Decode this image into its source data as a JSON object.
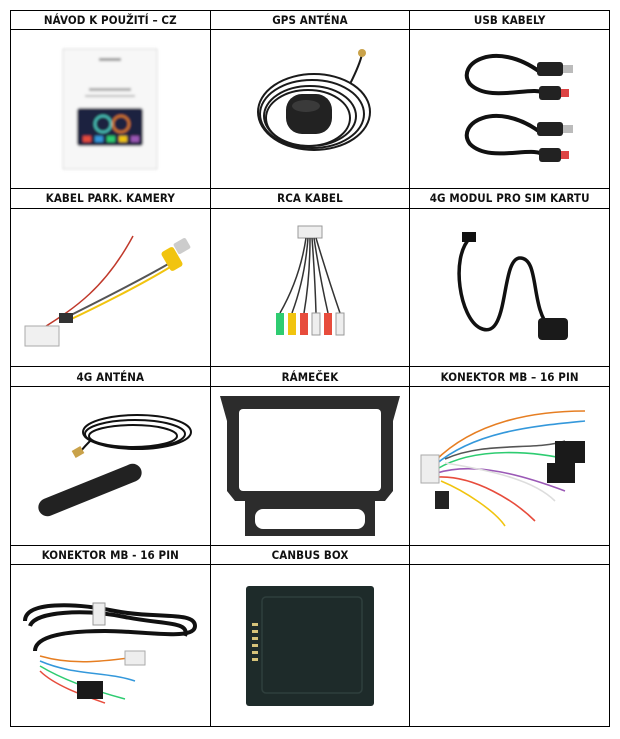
{
  "cells": [
    {
      "label": "NÁVOD K POUŽITÍ – CZ",
      "image": "manual-booklet-image"
    },
    {
      "label": "GPS ANTÉNA",
      "image": "gps-antenna-image"
    },
    {
      "label": "USB KABELY",
      "image": "usb-cables-image"
    },
    {
      "label": "KABEL PARK. KAMERY",
      "image": "parking-camera-cable-image"
    },
    {
      "label": "RCA KABEL",
      "image": "rca-cable-image"
    },
    {
      "label": "4G MODUL PRO SIM KARTU",
      "image": "4g-sim-module-image"
    },
    {
      "label": "4G ANTÉNA",
      "image": "4g-antenna-image"
    },
    {
      "label": "RÁMEČEK",
      "image": "frame-image"
    },
    {
      "label": "KONEKTOR MB – 16 PIN",
      "image": "mb-connector-harness-image"
    },
    {
      "label": "KONEKTOR MB - 16 PIN",
      "image": "mb-connector-loom-image"
    },
    {
      "label": "CANBUS BOX",
      "image": "canbus-box-image"
    },
    {
      "label": "",
      "image": ""
    }
  ]
}
